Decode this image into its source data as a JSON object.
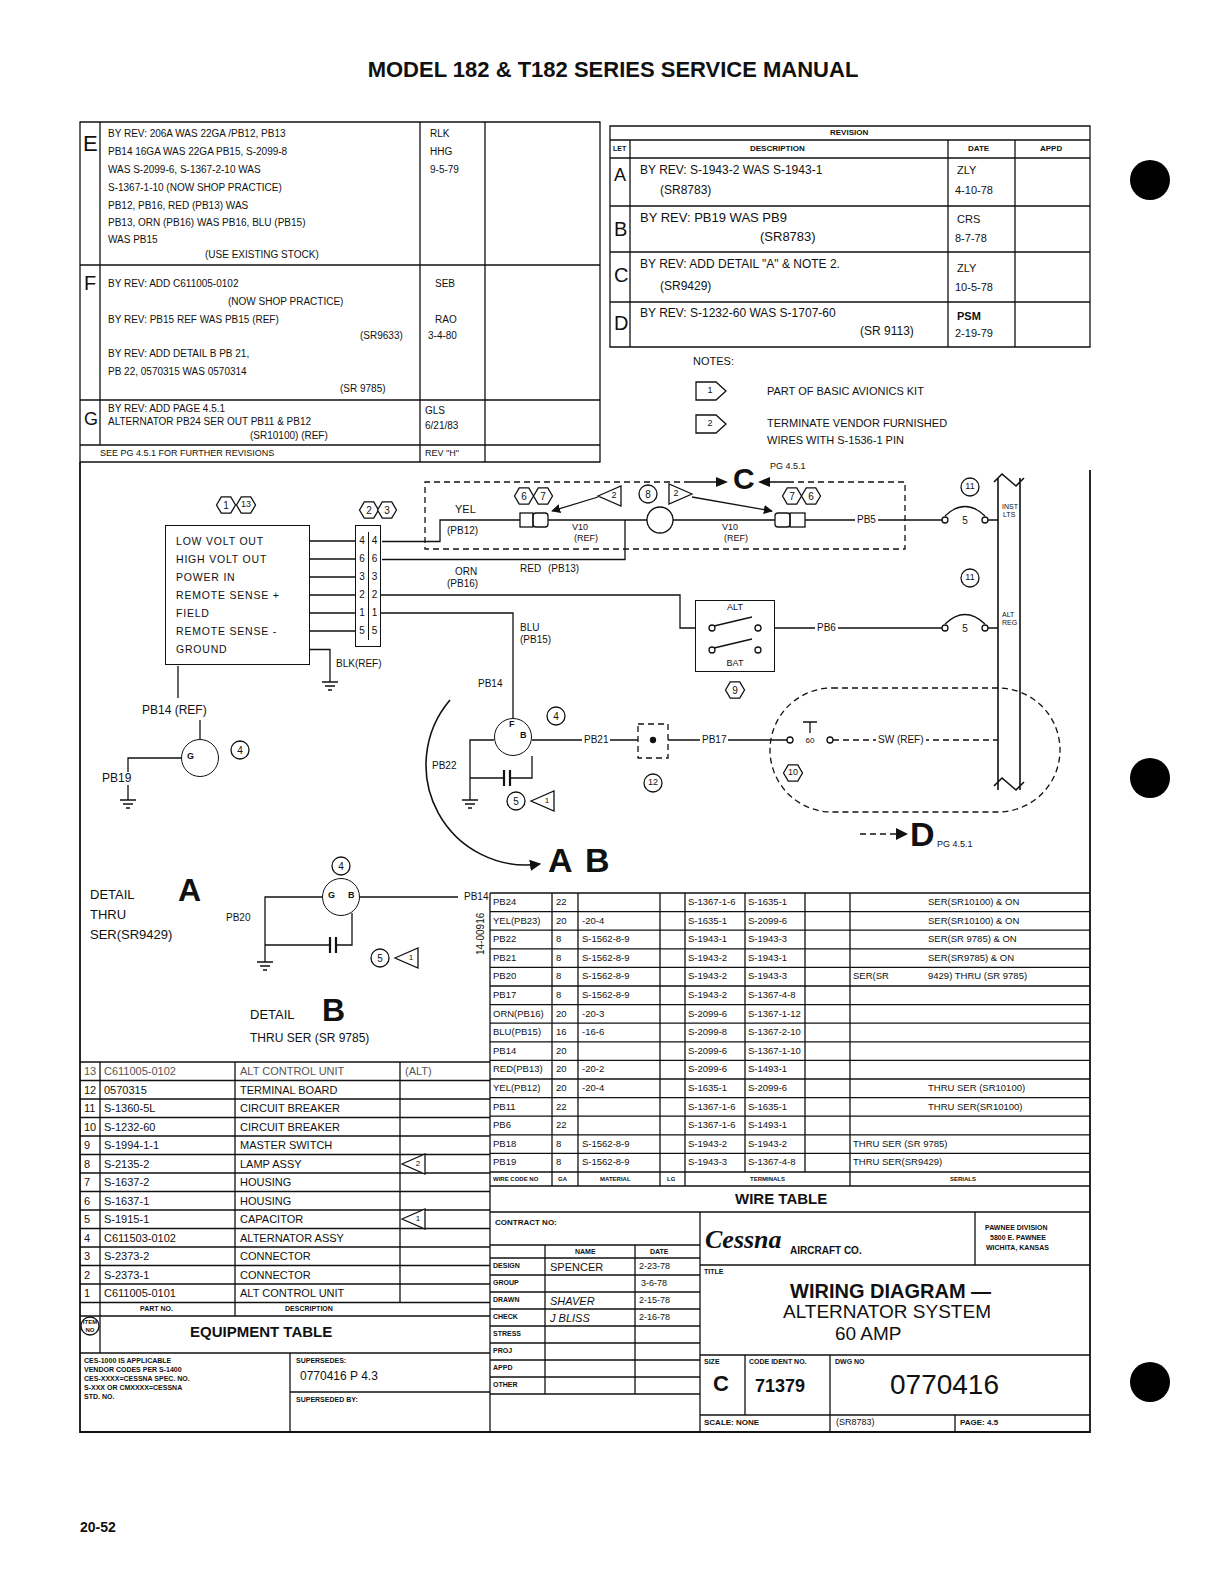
{
  "diagram": {
    "title": "MODEL 182 & T182 SERIES SERVICE MANUAL",
    "nodes": [
      {
        "text": [
          "LOW VOLT OUT",
          "HIGH VOLT OUT",
          "POWER IN",
          "REMOTE SENSE +",
          "FIELD",
          "REMOTE SENSE -",
          "GROUND"
        ]
      },
      {
        "text": [
          "4",
          "4",
          "6",
          "6",
          "3",
          "3",
          "2",
          "2",
          "1",
          "1",
          "5",
          "5"
        ]
      },
      {
        "text": [
          "ALT",
          "BAT"
        ]
      },
      {
        "text": [
          "F",
          "B"
        ]
      },
      {
        "text": [
          "G"
        ]
      },
      {
        "text": [
          "G",
          "B"
        ]
      }
    ],
    "edges": [
      {
        "from": 0,
        "to": 1,
        "arrow": "none"
      },
      {
        "from": 1,
        "to": 2,
        "arrow": "none"
      },
      {
        "from": 1,
        "to": 3,
        "arrow": "none"
      }
    ],
    "labels": [
      "20-52",
      "E",
      "BY REV: 206A WAS 22GA /PB12, PB13",
      "PB14 16GA WAS 22GA PB15, S-2099-8",
      "WAS S-2099-6, S-1367-2-10 WAS",
      "S-1367-1-10 (NOW SHOP PRACTICE)",
      "PB12, PB16, RED (PB13) WAS",
      "PB13, ORN (PB16) WAS PB16, BLU (PB15)",
      "WAS PB15",
      "(USE EXISTING STOCK)",
      "RLK",
      "HHG",
      "9-5-79",
      "F",
      "BY REV: ADD C611005-0102",
      "(NOW SHOP PRACTICE)",
      "BY REV: PB15 REF WAS PB15 (REF)",
      "(SR9633)",
      "BY REV: ADD DETAIL B PB 21,",
      "PB 22, 0570315 WAS 0570314",
      "(SR 9785)",
      "SEB",
      "RAO",
      "3-4-80",
      "G",
      "BY REV: ADD PAGE 4.5.1",
      "ALTERNATOR PB24 SER OUT PB11 & PB12",
      "(SR10100) (REF)",
      "SEE PG 4.5.1 FOR FURTHER REVISIONS",
      "GLS",
      "6/21/83",
      "REV \"H\"",
      "REVISION",
      "LET",
      "DESCRIPTION",
      "DATE",
      "APPD",
      "A",
      "BY REV: S-1943-2 WAS S-1943-1",
      "(SR8783)",
      "ZLY",
      "4-10-78",
      "B",
      "BY REV: PB19 WAS PB9",
      "(SR8783)",
      "CRS",
      "8-7-78",
      "C",
      "BY REV: ADD DETAIL \"A\" & NOTE 2.",
      "(SR9429)",
      "ZLY",
      "10-5-78",
      "D",
      "BY REV: S-1232-60 WAS S-1707-60",
      "(SR 9113)",
      "PSM",
      "2-19-79",
      "NOTES:",
      "1",
      "PART OF BASIC AVIONICS KIT",
      "2",
      "TERMINATE VENDOR FURNISHED",
      "WIRES WITH S-1536-1 PIN",
      "1",
      "13",
      "2",
      "3",
      "6",
      "7",
      "2",
      "8",
      "2",
      "7",
      "6",
      "11",
      "11",
      "C",
      "PG 4.5.1",
      "YEL",
      "(PB12)",
      "V10",
      "(REF)",
      "V10",
      "(REF)",
      "RED",
      "(PB13)",
      "ORN",
      "(PB16)",
      "BLU",
      "(PB15)",
      "PB5",
      "5",
      "INST",
      "LTS",
      "PB6",
      "5",
      "ALT",
      "REG",
      "9",
      "BLK(REF)",
      "PB14 (REF)",
      "4",
      "PB19",
      "PB14",
      "4",
      "PB21",
      "PB22",
      "5",
      "1",
      "12",
      "PB17",
      "60",
      "10",
      "SW (REF)",
      "D",
      "PG 4.5.1",
      "A",
      "B",
      "DETAIL",
      "A",
      "THRU",
      "SER(SR9429)",
      "4",
      "PB14",
      "PB20",
      "5",
      "1",
      "14-00916",
      "DETAIL",
      "B",
      "THRU SER (SR 9785)",
      "13",
      "C611005-0102",
      "ALT CONTROL UNIT",
      "(ALT)",
      "12",
      "0570315",
      "TERMINAL BOARD",
      "11",
      "S-1360-5L",
      "CIRCUIT BREAKER",
      "10",
      "S-1232-60",
      "CIRCUIT BREAKER",
      "9",
      "S-1994-1-1",
      "MASTER SWITCH",
      "8",
      "S-2135-2",
      "LAMP ASSY",
      "2",
      "7",
      "S-1637-2",
      "HOUSING",
      "6",
      "S-1637-1",
      "HOUSING",
      "5",
      "S-1915-1",
      "CAPACITOR",
      "1",
      "4",
      "C611503-0102",
      "ALTERNATOR ASSY",
      "3",
      "S-2373-2",
      "CONNECTOR",
      "2",
      "S-2373-1",
      "CONNECTOR",
      "1",
      "C611005-0101",
      "ALT CONTROL UNIT",
      "PART NO.",
      "DESCRIPTION",
      "ITEM",
      "NO",
      "EQUIPMENT TABLE",
      "CES-1000 IS APPLICABLE",
      "VENDOR CODES PER S-1400",
      "CES-XXXX=CESSNA SPEC. NO.",
      "S-XXX OR CMXXXX=CESSNA",
      "STD. NO.",
      "SUPERSEDES:",
      "0770416 P 4.3",
      "SUPERSEDED BY:",
      "PB24",
      "22",
      "S-1367-1-6",
      "S-1635-1",
      "SER(SR10100) & ON",
      "YEL(PB23)",
      "20",
      "-20-4",
      "S-1635-1",
      "S-2099-6",
      "SER(SR10100) & ON",
      "PB22",
      "8",
      "S-1562-8-9",
      "S-1943-1",
      "S-1943-3",
      "SER(SR 9785) & ON",
      "PB21",
      "8",
      "S-1562-8-9",
      "S-1943-2",
      "S-1943-1",
      "SER(SR9785) & ON",
      "PB20",
      "8",
      "S-1562-8-9",
      "S-1943-2",
      "S-1943-3",
      "SER(SR",
      "9429) THRU (SR 9785)",
      "PB17",
      "8",
      "S-1562-8-9",
      "S-1943-2",
      "S-1367-4-8",
      "ORN(PB16)",
      "20",
      "-20-3",
      "S-2099-6",
      "S-1367-1-12",
      "BLU(PB15)",
      "16",
      "-16-6",
      "S-2099-8",
      "S-1367-2-10",
      "PB14",
      "20",
      "S-2099-6",
      "S-1367-1-10",
      "RED(PB13)",
      "20",
      "-20-2",
      "S-2099-6",
      "S-1493-1",
      "YEL(PB12)",
      "20",
      "-20-4",
      "S-1635-1",
      "S-2099-6",
      "THRU SER (SR10100)",
      "PB11",
      "22",
      "S-1367-1-6",
      "S-1635-1",
      "THRU SER(SR10100)",
      "PB6",
      "22",
      "S-1367-1-6",
      "S-1493-1",
      "PB18",
      "8",
      "S-1562-8-9",
      "S-1943-2",
      "S-1943-2",
      "THRU SER (SR 9785)",
      "PB19",
      "8",
      "S-1562-8-9",
      "S-1943-3",
      "S-1367-4-8",
      "THRU SER(SR9429)",
      "WIRE CODE NO",
      "GA",
      "MATERIAL",
      "LG",
      "TERMINALS",
      "SERIALS",
      "WIRE TABLE",
      "CONTRACT NO:",
      "NAME",
      "DATE",
      "DESIGN",
      "SPENCER",
      "2-23-78",
      "GROUP",
      "3-6-78",
      "DRAWN",
      "SHAVER",
      "2-15-78",
      "CHECK",
      "J BLISS",
      "2-16-78",
      "STRESS",
      "PROJ",
      "APPD",
      "OTHER",
      "Cessna",
      "AIRCRAFT CO.",
      "PAWNEE DIVISION",
      "5800 E. PAWNEE",
      "WICHITA, KANSAS",
      "TITLE",
      "WIRING DIAGRAM —",
      "ALTERNATOR SYSTEM",
      "60 AMP",
      "SIZE",
      "C",
      "CODE IDENT NO.",
      "71379",
      "DWG NO",
      "0770416",
      "SCALE: NONE",
      "(SR8783)",
      "PAGE: 4.5"
    ]
  }
}
